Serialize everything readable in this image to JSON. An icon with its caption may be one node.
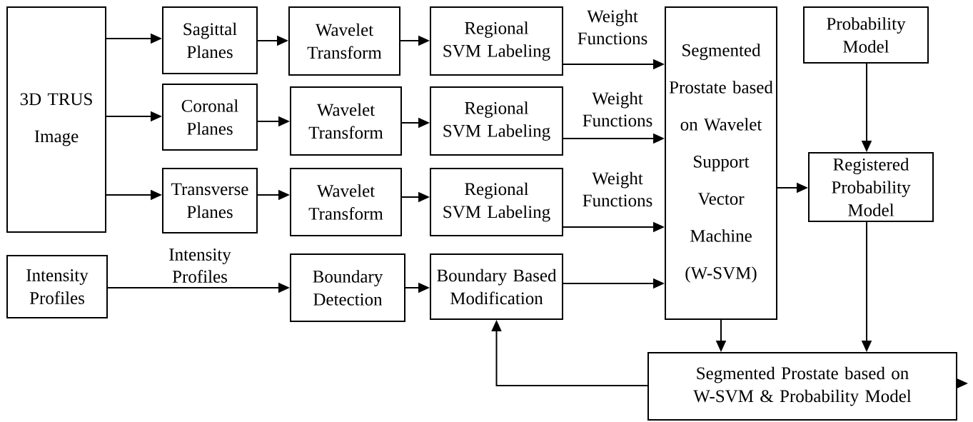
{
  "diagram": {
    "nodes": [
      {
        "text": [
          "3D TRUS Image"
        ]
      },
      {
        "text": [
          "Sagittal Planes"
        ]
      },
      {
        "text": [
          "Wavelet Transform"
        ]
      },
      {
        "text": [
          "Regional SVM Labeling"
        ]
      },
      {
        "text": [
          "Coronal Planes"
        ]
      },
      {
        "text": [
          "Wavelet Transform"
        ]
      },
      {
        "text": [
          "Regional SVM Labeling"
        ]
      },
      {
        "text": [
          "Transverse Planes"
        ]
      },
      {
        "text": [
          "Wavelet Transform"
        ]
      },
      {
        "text": [
          "Regional SVM Labeling"
        ]
      },
      {
        "text": [
          "Segmented Prostate based on Wavelet Support Vector Machine (W-SVM)"
        ]
      },
      {
        "text": [
          "Probability Model"
        ]
      },
      {
        "text": [
          "Registered Probability Model"
        ]
      },
      {
        "text": [
          "Intensity Profiles"
        ]
      },
      {
        "text": [
          "Boundary Detection"
        ]
      },
      {
        "text": [
          "Boundary Based Modification"
        ]
      },
      {
        "text": [
          "Segmented Prostate based on W-SVM & Probability Model"
        ]
      }
    ],
    "edges": [
      {
        "from": 0,
        "to": 1,
        "arrow": "to"
      },
      {
        "from": 0,
        "to": 4,
        "arrow": "to"
      },
      {
        "from": 0,
        "to": 7,
        "arrow": "to"
      },
      {
        "from": 1,
        "to": 2,
        "arrow": "to"
      },
      {
        "from": 2,
        "to": 3,
        "arrow": "to"
      },
      {
        "from": 4,
        "to": 5,
        "arrow": "to"
      },
      {
        "from": 5,
        "to": 6,
        "arrow": "to"
      },
      {
        "from": 7,
        "to": 8,
        "arrow": "to"
      },
      {
        "from": 8,
        "to": 9,
        "arrow": "to"
      },
      {
        "from": 3,
        "to": 10,
        "arrow": "to",
        "label": "Weight Functions"
      },
      {
        "from": 6,
        "to": 10,
        "arrow": "to",
        "label": "Weight Functions"
      },
      {
        "from": 9,
        "to": 10,
        "arrow": "to",
        "label": "Weight Functions"
      },
      {
        "from": 13,
        "to": 14,
        "arrow": "to",
        "label": "Intensity Profiles"
      },
      {
        "from": 14,
        "to": 15,
        "arrow": "to"
      },
      {
        "from": 15,
        "to": 10,
        "arrow": "to"
      },
      {
        "from": 11,
        "to": 12,
        "arrow": "to"
      },
      {
        "from": 10,
        "to": 12,
        "arrow": "to"
      },
      {
        "from": 10,
        "to": 16,
        "arrow": "to"
      },
      {
        "from": 12,
        "to": 16,
        "arrow": "to"
      },
      {
        "from": 16,
        "to": 15,
        "arrow": "to"
      },
      {
        "from": 16,
        "to": null,
        "arrow": "to"
      }
    ]
  }
}
